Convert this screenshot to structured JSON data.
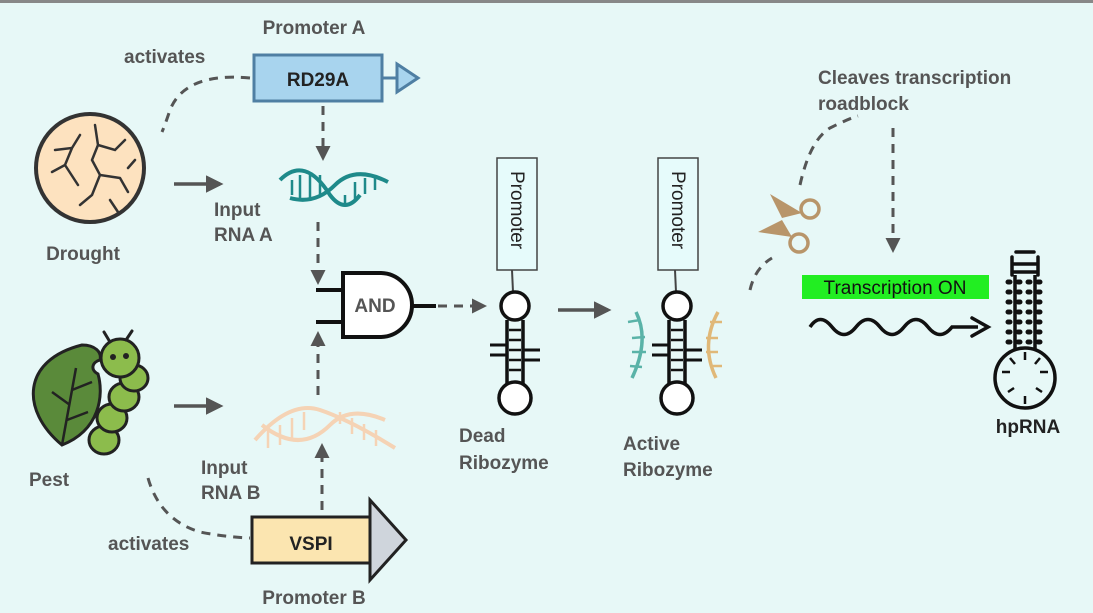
{
  "promoter_a": {
    "title": "Promoter A",
    "name": "RD29A"
  },
  "promoter_b": {
    "title": "Promoter B",
    "name": "VSPI"
  },
  "activates_label": "activates",
  "drought": {
    "label": "Drought"
  },
  "pest": {
    "label": "Pest"
  },
  "input_a": {
    "line1": "Input",
    "line2": "RNA A"
  },
  "input_b": {
    "line1": "Input",
    "line2": "RNA B"
  },
  "gate": {
    "label": "AND"
  },
  "dead_ribozyme": {
    "line1": "Dead",
    "line2": "Ribozyme",
    "promoter": "Promoter"
  },
  "active_ribozyme": {
    "line1": "Active",
    "line2": "Ribozyme",
    "promoter": "Promoter"
  },
  "cleave": {
    "line1": "Cleaves transcription",
    "line2": "roadblock"
  },
  "transcription": {
    "label": "Transcription ON"
  },
  "hprna": {
    "label": "hpRNA"
  },
  "colors": {
    "background": "#e7f8f7",
    "promoter_a_fill": "#a8d4ee",
    "promoter_a_stroke": "#4f7fa3",
    "promoter_b_fill": "#fbe5b0",
    "transcription_on": "#22ee22",
    "rna_a": "#1e8a8a",
    "rna_b": "#f7cfae",
    "leaf": "#5a8a3a",
    "caterpillar": "#8cbc4c",
    "drought": "#fde2bf",
    "scissors": "#b8956a"
  }
}
